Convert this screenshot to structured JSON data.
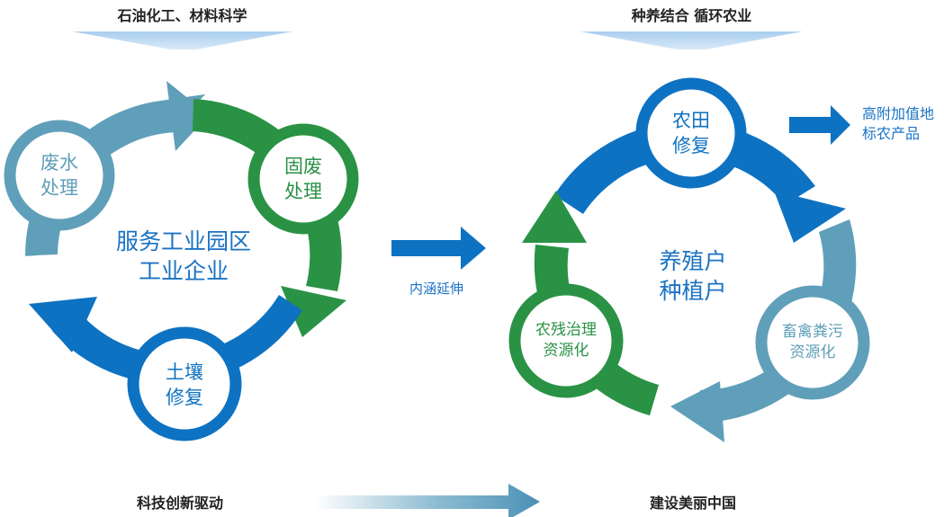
{
  "colors": {
    "blue": "#0e72c2",
    "green": "#2a9245",
    "teal": "#609fb9"
  },
  "top_left_heading": "石油化工、材料科学",
  "top_right_heading": "种养结合 循环农业",
  "left_cycle": {
    "center_line1": "服务工业园区",
    "center_line2": "工业企业",
    "nodes": {
      "wastewater": {
        "line1": "废水",
        "line2": "处理"
      },
      "solid_waste": {
        "line1": "固废",
        "line2": "处理"
      },
      "soil": {
        "line1": "土壤",
        "line2": "修复"
      }
    }
  },
  "middle_arrow_label": "内涵延伸",
  "right_cycle": {
    "center_line1": "养殖户",
    "center_line2": "种植户",
    "nodes": {
      "farmland": {
        "line1": "农田",
        "line2": "修复"
      },
      "manure": {
        "line1": "畜禽粪污",
        "line2": "资源化"
      },
      "residue": {
        "line1": "农残治理",
        "line2": "资源化"
      }
    }
  },
  "output_label": {
    "line1": "高附加值地",
    "line2": "标农产品"
  },
  "bottom_left_label": "科技创新驱动",
  "bottom_right_label": "建设美丽中国"
}
